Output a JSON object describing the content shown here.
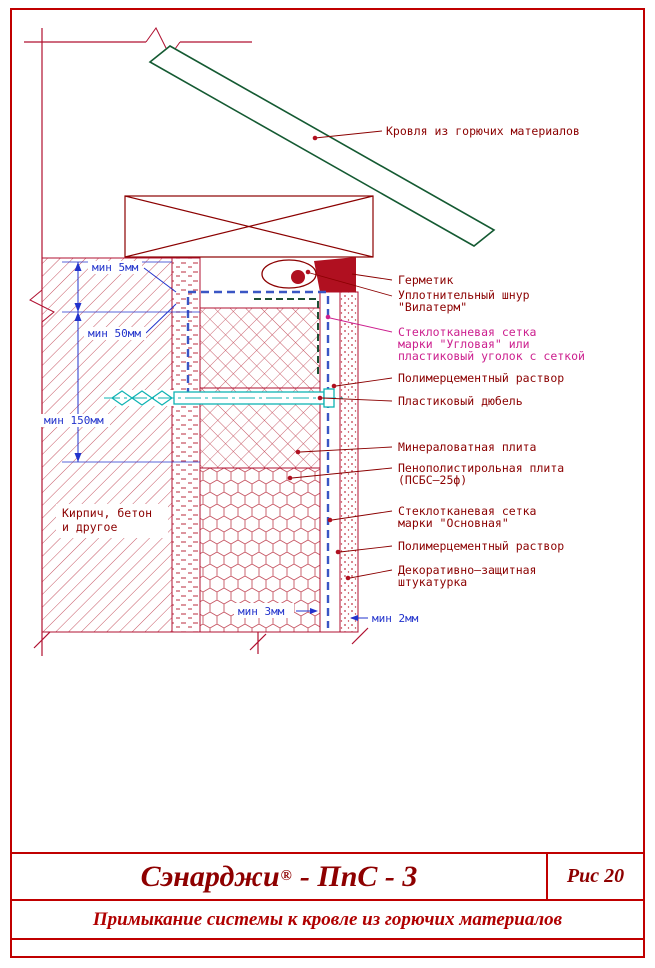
{
  "colors": {
    "frame_red": "#c00000",
    "line_red": "#b01030",
    "hatch_red": "#c65563",
    "label_dark_red": "#8b0000",
    "label_magenta": "#cc1f8e",
    "dimension_blue": "#2233cc",
    "mesh_blue": "#3a56c4",
    "corner_profile_green": "#1c4f33",
    "roof_green": "#145a32",
    "dowel_cyan": "#0fb3b3",
    "sealant_red": "#b01020"
  },
  "labels": {
    "roof": "Кровля из горючих материалов",
    "sealant": "Герметик",
    "cord_line1": "Уплотнительный шнур",
    "cord_line2": "\"Вилатерм\"",
    "corner_mesh_line1": "Стеклотканевая сетка",
    "corner_mesh_line2": "марки \"Угловая\" или",
    "corner_mesh_line3": "пластиковый уголок с сеткой",
    "polymer_mortar_1": "Полимерцементный раствор",
    "dowel": "Пластиковый дюбель",
    "mineral_wool": "Минераловатная плита",
    "eps_line1": "Пенополистирольная плита",
    "eps_line2": "(ПСБС–25ф)",
    "main_mesh_line1": "Стеклотканевая сетка",
    "main_mesh_line2": "марки \"Основная\"",
    "polymer_mortar_2": "Полимерцементный раствор",
    "plaster_line1": "Декоративно–защитная",
    "plaster_line2": "штукатурка",
    "wall_line1": "Кирпич, бетон",
    "wall_line2": "и другое"
  },
  "dimensions": {
    "min5": "мин 5мм",
    "min50": "мин 50мм",
    "min150": "мин 150мм",
    "min3": "мин 3мм",
    "min2": "мин 2мм"
  },
  "title_block": {
    "system": "Сэнарджи",
    "reg": "®",
    "suffix": "- ПпС - 3",
    "figure": "Рис 20",
    "subtitle": "Примыкание системы к кровле из горючих материалов"
  }
}
